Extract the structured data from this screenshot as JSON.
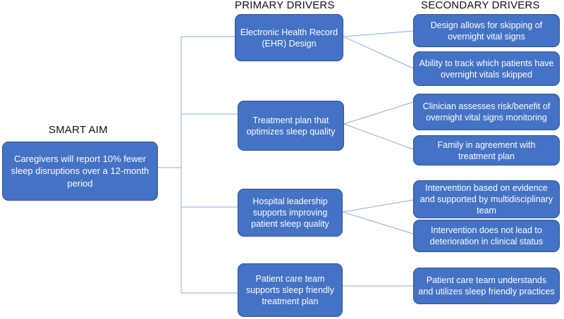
{
  "headers": {
    "smart_aim": "SMART AIM",
    "primary": "PRIMARY DRIVERS",
    "secondary": "SECONDARY DRIVERS"
  },
  "aim": {
    "text": "Caregivers will report 10% fewer sleep disruptions over a 12-month period"
  },
  "primary_drivers": [
    {
      "text": "Electronic Health Record (EHR) Design"
    },
    {
      "text": "Treatment plan that optimizes sleep quality"
    },
    {
      "text": "Hospital leadership supports improving patient sleep quality"
    },
    {
      "text": "Patient care team supports sleep friendly treatment plan"
    }
  ],
  "secondary_drivers": [
    {
      "text": "Design allows for skipping of overnight vital signs"
    },
    {
      "text": "Ability to track which patients have overnight vitals skipped"
    },
    {
      "text": "Clinician assesses risk/benefit of overnight vital signs monitoring"
    },
    {
      "text": "Family in agreement with treatment plan"
    },
    {
      "text": "Intervention based on evidence and supported by multidisciplinary team"
    },
    {
      "text": "Intervention does not lead to deterioration in clinical status"
    },
    {
      "text": "Patient care team understands and utilizes sleep friendly practices"
    }
  ],
  "colors": {
    "box_fill": "#4472c4",
    "box_border": "#2f528f",
    "connector": "#8eaadb"
  }
}
